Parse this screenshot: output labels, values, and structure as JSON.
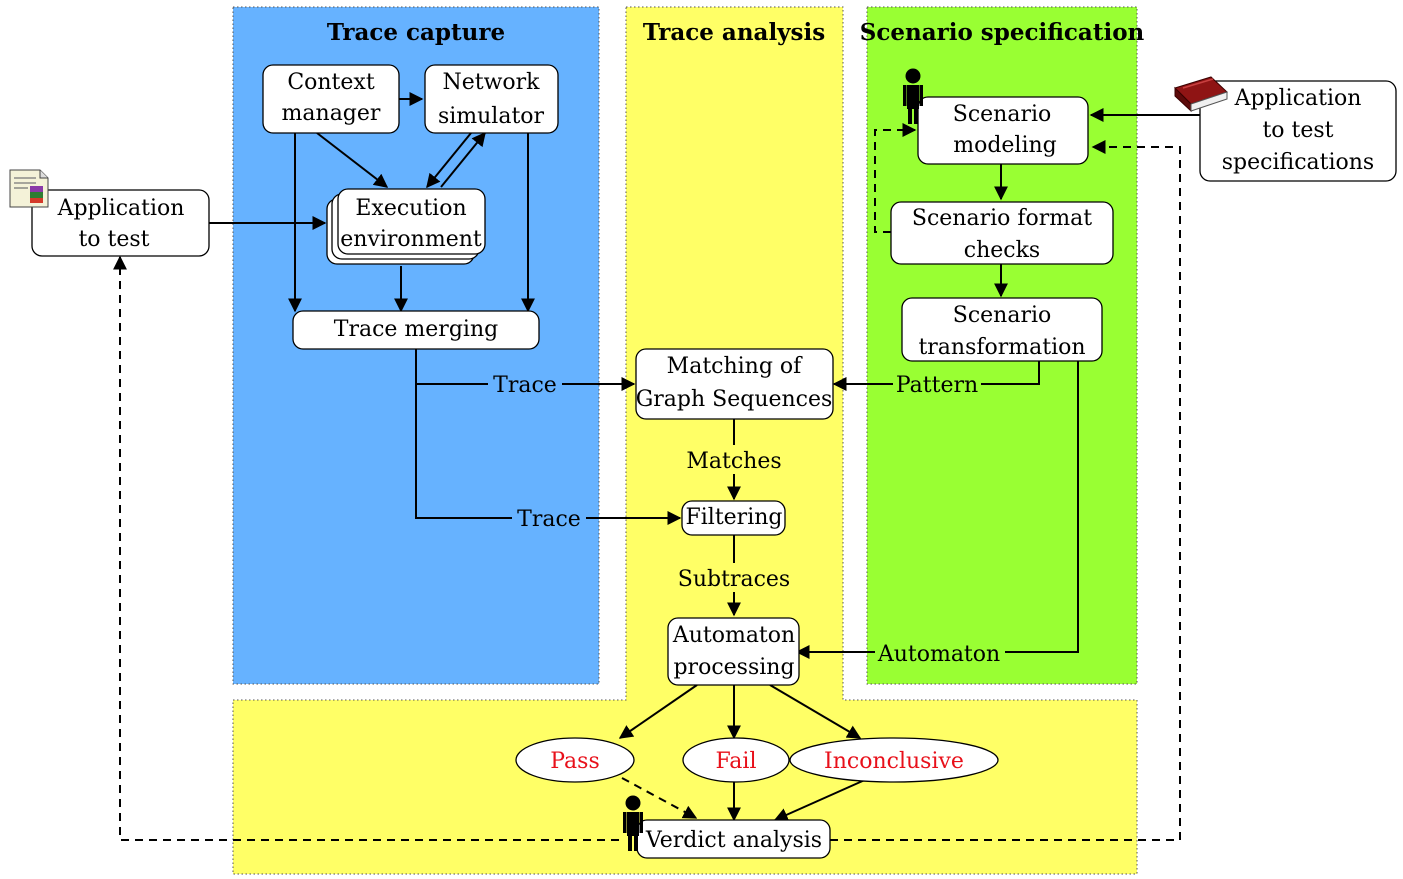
{
  "zones": {
    "capture": {
      "title": "Trace capture",
      "color": "#66b2ff"
    },
    "analysis": {
      "title": "Trace analysis",
      "color": "#ffff66"
    },
    "spec": {
      "title": "Scenario specification",
      "color": "#99ff33"
    }
  },
  "nodes": {
    "context_manager": [
      "Context",
      "manager"
    ],
    "network_simulator": [
      "Network",
      "simulator"
    ],
    "execution_environment": [
      "Execution",
      "environment"
    ],
    "trace_merging": [
      "Trace merging"
    ],
    "app_to_test": [
      "Application",
      "to test"
    ],
    "matching": [
      "Matching of",
      "Graph Sequences"
    ],
    "filtering": [
      "Filtering"
    ],
    "automaton_processing": [
      "Automaton",
      "processing"
    ],
    "scenario_modeling": [
      "Scenario",
      "modeling"
    ],
    "scenario_format_checks": [
      "Scenario format",
      "checks"
    ],
    "scenario_transformation": [
      "Scenario",
      "transformation"
    ],
    "app_specs": [
      "Application",
      "to test",
      "specifications"
    ],
    "verdict_analysis": [
      "Verdict analysis"
    ]
  },
  "verdicts": {
    "pass": "Pass",
    "fail": "Fail",
    "inconclusive": "Inconclusive"
  },
  "edge_labels": {
    "trace1": "Trace",
    "trace2": "Trace",
    "pattern": "Pattern",
    "matches": "Matches",
    "subtraces": "Subtraces",
    "automaton": "Automaton"
  },
  "icons": {
    "document": "document-icon",
    "book": "book-icon",
    "person": "person-icon"
  }
}
